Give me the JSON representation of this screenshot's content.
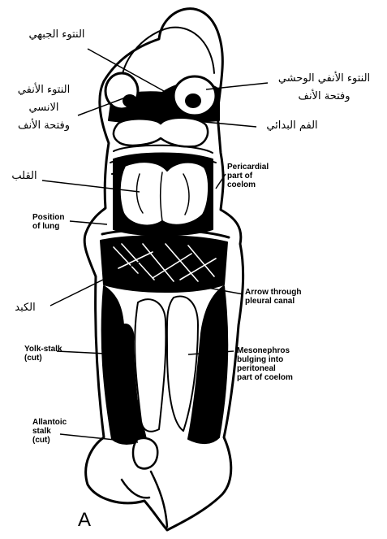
{
  "labels": {
    "frontal_process": "النتوء الجبهي",
    "lateral_nasal_line1": "النتوء الأنفي الوحشي",
    "lateral_nasal_line2": "وفتحة الأنف",
    "medial_nasal_line1": "النتوء الأنفي",
    "medial_nasal_line2": "الانسي",
    "medial_nasal_line3": "وفتحة الأنف",
    "primitive_mouth": "الفم البدائي",
    "heart": "القلب",
    "pericardial_line1": "Pericardial",
    "pericardial_line2": "part of",
    "pericardial_line3": "coelom",
    "lung_line1": "Position",
    "lung_line2": "of lung",
    "liver": "الكبد",
    "arrow_line1": "Arrow through",
    "arrow_line2": "pleural canal",
    "yolk_line1": "Yolk-stalk",
    "yolk_line2": "(cut)",
    "meso_line1": "Mesonephros",
    "meso_line2": "bulging into",
    "meso_line3": "peritoneal",
    "meso_line4": "part of coelom",
    "allantoic_line1": "Allantoic",
    "allantoic_line2": "stalk",
    "allantoic_line3": "(cut)",
    "figure_letter": "A"
  },
  "colors": {
    "ink": "#000000",
    "paper": "#ffffff"
  }
}
